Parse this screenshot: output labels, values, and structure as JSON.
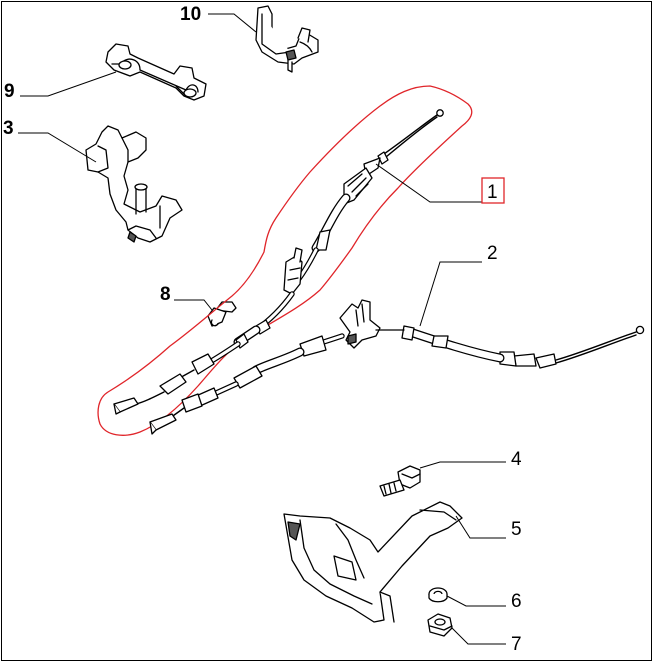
{
  "callouts": [
    {
      "id": "1",
      "label": "1",
      "boxed": true
    },
    {
      "id": "2",
      "label": "2",
      "boxed": false
    },
    {
      "id": "3",
      "label": "3",
      "boxed": false
    },
    {
      "id": "4",
      "label": "4",
      "boxed": false
    },
    {
      "id": "5",
      "label": "5",
      "boxed": false
    },
    {
      "id": "6",
      "label": "6",
      "boxed": false
    },
    {
      "id": "7",
      "label": "7",
      "boxed": false
    },
    {
      "id": "8",
      "label": "8",
      "boxed": false
    },
    {
      "id": "9",
      "label": "9",
      "boxed": false
    },
    {
      "id": "10",
      "label": "10",
      "boxed": false
    }
  ],
  "colors": {
    "highlight": "#e0252a",
    "line": "#000000",
    "background": "#ffffff"
  }
}
